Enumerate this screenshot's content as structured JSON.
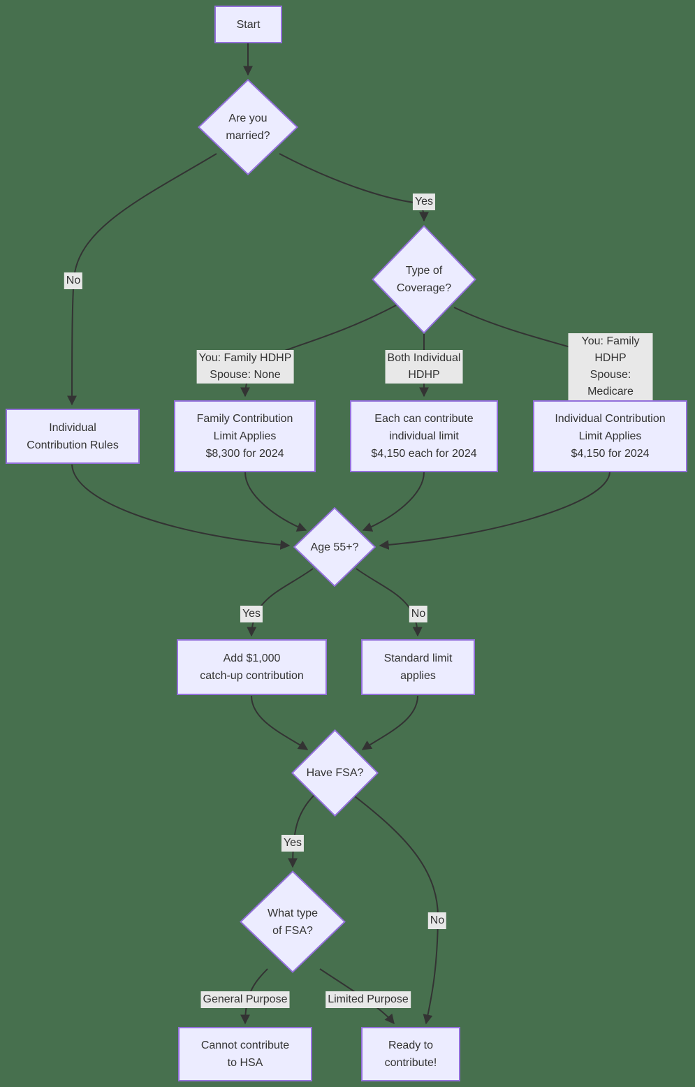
{
  "palette": {
    "background": "#47704e",
    "node_fill": "#ececff",
    "node_border": "#9370db",
    "edge_color": "#333333",
    "label_bg": "#e8e8e8",
    "text_color": "#333333"
  },
  "nodes": {
    "start": {
      "label": "Start"
    },
    "married": {
      "label": "Are you\nmarried?"
    },
    "coverage": {
      "label": "Type of\nCoverage?"
    },
    "rules": {
      "label": "Individual\nContribution Rules"
    },
    "family_limit": {
      "label": "Family Contribution\nLimit Applies\n$8,300 for 2024"
    },
    "each_limit": {
      "label": "Each can contribute\nindividual limit\n$4,150 each for 2024"
    },
    "individual_limit": {
      "label": "Individual Contribution\nLimit Applies\n$4,150 for 2024"
    },
    "age55": {
      "label": "Age 55+?"
    },
    "catchup": {
      "label": "Add $1,000\ncatch-up contribution"
    },
    "standard": {
      "label": "Standard limit\napplies"
    },
    "have_fsa": {
      "label": "Have FSA?"
    },
    "fsa_type": {
      "label": "What type\nof FSA?"
    },
    "cannot": {
      "label": "Cannot contribute\nto HSA"
    },
    "ready": {
      "label": "Ready to\ncontribute!"
    }
  },
  "edge_labels": {
    "married_yes": "Yes",
    "married_no": "No",
    "coverage_family": "You: Family HDHP\nSpouse: None",
    "coverage_both": "Both Individual\nHDHP",
    "coverage_medicare": "You: Family HDHP\nSpouse: Medicare",
    "age_yes": "Yes",
    "age_no": "No",
    "fsa_yes": "Yes",
    "fsa_no": "No",
    "type_general": "General Purpose",
    "type_limited": "Limited Purpose"
  }
}
